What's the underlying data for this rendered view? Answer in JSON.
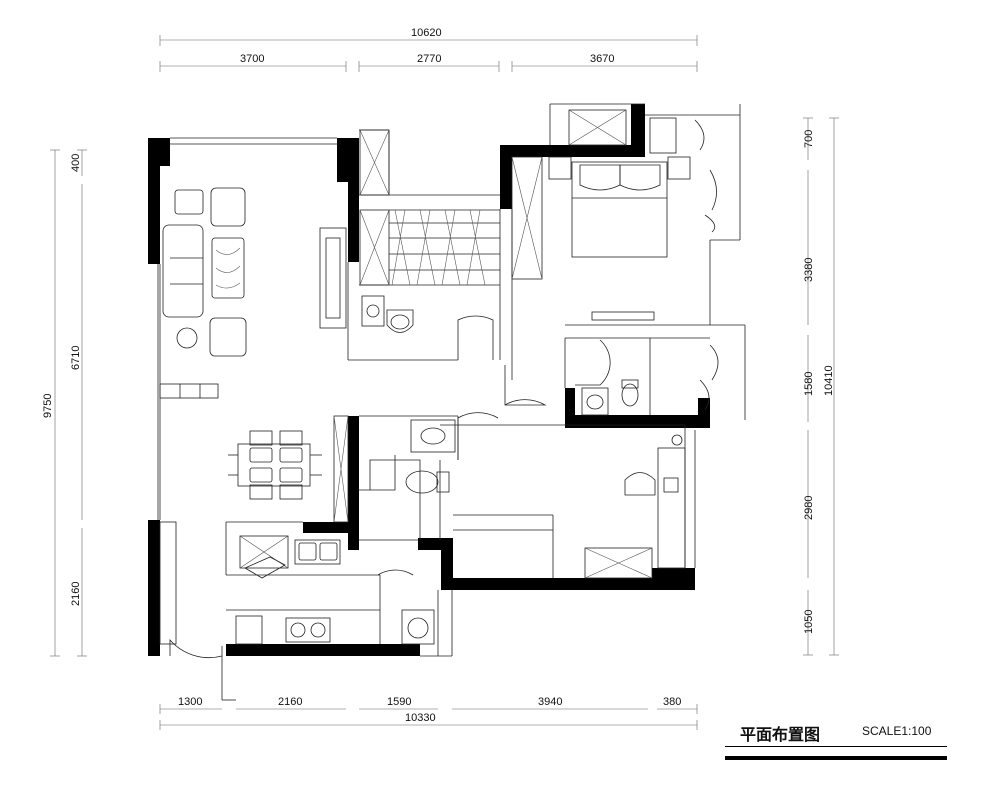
{
  "title": {
    "main": "平面布置图",
    "scale": "SCALE1:100"
  },
  "dimensions": {
    "top_total": "10620",
    "top_segments": [
      "3700",
      "2770",
      "3670"
    ],
    "bottom_segments": [
      "1300",
      "2160",
      "1590",
      "3940",
      "380"
    ],
    "bottom_total": "10330",
    "left_total": "9750",
    "left_segments": [
      "400",
      "6710",
      "2160"
    ],
    "right_segments": [
      "700",
      "3380",
      "1580",
      "2980",
      "1050"
    ],
    "right_total": "10410"
  }
}
